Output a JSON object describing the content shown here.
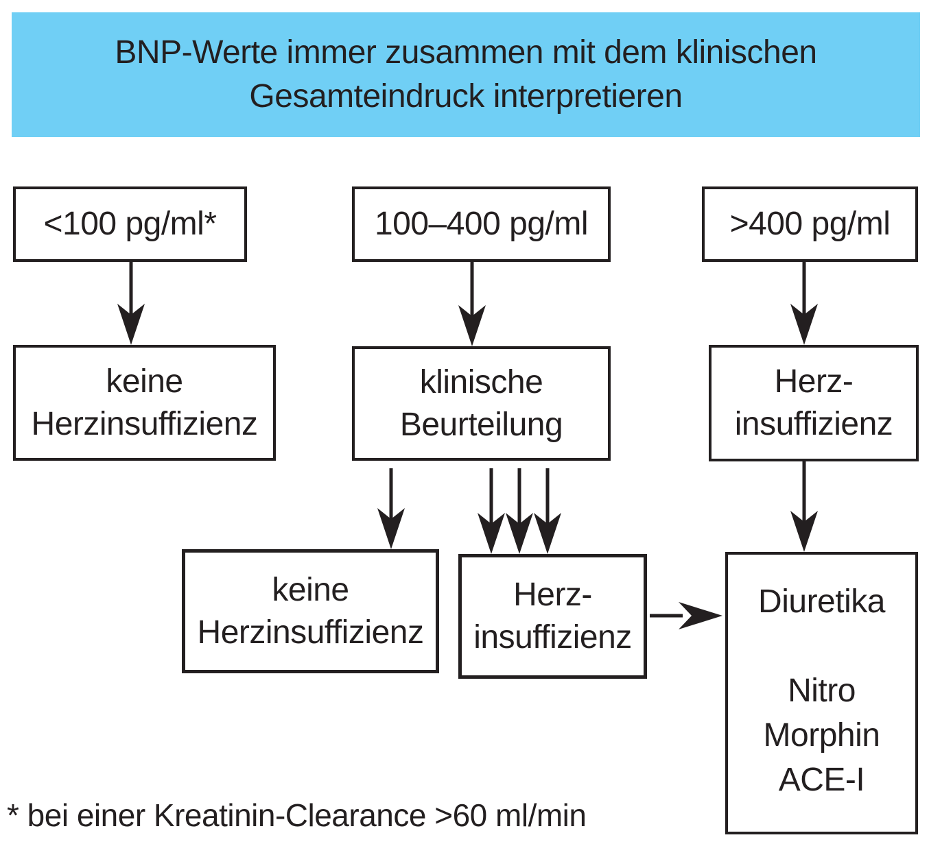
{
  "banner": {
    "line1": "BNP-Werte immer zusammen mit dem klinischen",
    "line2": "Gesamteindruck interpretieren"
  },
  "boxes": {
    "bnp_low": {
      "label": "<100 pg/ml*"
    },
    "bnp_mid": {
      "label": "100–400 pg/ml"
    },
    "bnp_high": {
      "label": ">400 pg/ml"
    },
    "no_hf_left": {
      "line1": "keine",
      "line2": "Herzinsuffizienz"
    },
    "clinical": {
      "line1": "klinische",
      "line2": "Beurteilung"
    },
    "hf_right": {
      "line1": "Herz-",
      "line2": "insuffizienz"
    },
    "no_hf_bottom": {
      "line1": "keine",
      "line2": "Herzinsuffizienz"
    },
    "hf_bottom": {
      "line1": "Herz-",
      "line2": "insuffizienz"
    },
    "therapy": {
      "line1": "Diuretika",
      "line2": "Nitro",
      "line3": "Morphin",
      "line4": "ACE-I"
    }
  },
  "footnote": "* bei einer Kreatinin-Clearance >60 ml/min",
  "colors": {
    "banner_bg": "#70cff5",
    "line": "#231f20",
    "text": "#231f20",
    "background": "#ffffff"
  }
}
